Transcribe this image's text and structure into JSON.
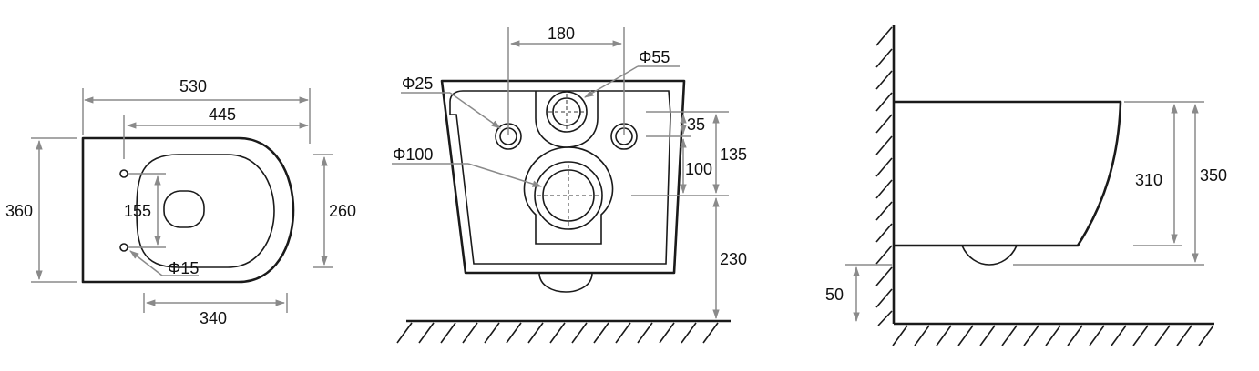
{
  "top_view": {
    "width_total": "530",
    "width_inner": "445",
    "depth_total": "360",
    "depth_bowl": "260",
    "bolt_spacing": "155",
    "bolt_hole": "Φ15",
    "bowl_length": "340"
  },
  "front_view": {
    "inlet_spacing": "180",
    "flush_pipe": "Φ55",
    "inlet_pipe": "Φ25",
    "outlet_pipe": "Φ100",
    "offset_small": "35",
    "offset_inlet": "100",
    "offset_flush": "135",
    "outlet_height": "230"
  },
  "side_view": {
    "body_height": "310",
    "total_height": "350",
    "floor_gap": "50"
  }
}
